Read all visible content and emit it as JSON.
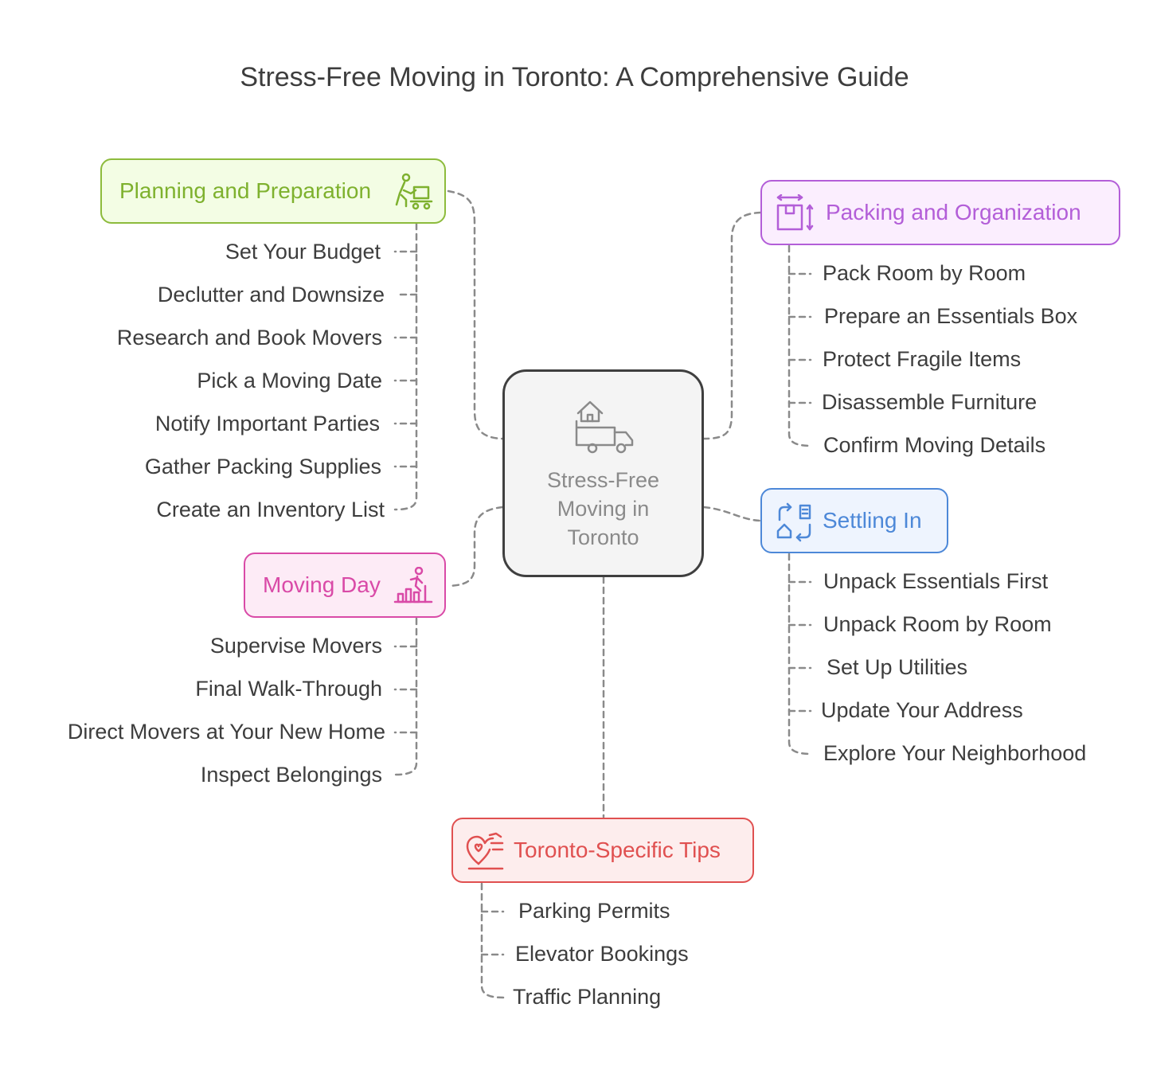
{
  "title": "Stress-Free Moving in Toronto: A Comprehensive Guide",
  "center": {
    "label": "Stress-Free Moving in Toronto",
    "icon": "moving-truck-house-icon"
  },
  "branches": {
    "planning": {
      "title": "Planning and Preparation",
      "icon": "person-with-cart-icon",
      "color": "#8dbb3c",
      "fill": "#f3fde4",
      "items": [
        "Set Your Budget",
        "Declutter and Downsize",
        "Research and Book Movers",
        "Pick a Moving Date",
        "Notify Important Parties",
        "Gather Packing Supplies",
        "Create an Inventory List"
      ]
    },
    "packing": {
      "title": "Packing and Organization",
      "icon": "box-dimensions-icon",
      "color": "#b35ed8",
      "fill": "#fbeefe",
      "items": [
        "Pack Room by Room",
        "Prepare an Essentials Box",
        "Protect Fragile Items",
        "Disassemble Furniture",
        "Confirm Moving Details"
      ]
    },
    "settling": {
      "title": "Settling In",
      "icon": "house-transfer-icon",
      "color": "#4d88d8",
      "fill": "#eef4fe",
      "items": [
        "Unpack Essentials First",
        "Unpack Room by Room",
        "Set Up Utilities",
        "Update Your Address",
        "Explore Your Neighborhood"
      ]
    },
    "moving": {
      "title": "Moving Day",
      "icon": "person-climbing-chart-icon",
      "color": "#d94aa7",
      "fill": "#fdebf6",
      "items": [
        "Supervise Movers",
        "Final Walk-Through",
        "Direct Movers at Your New Home",
        "Inspect Belongings"
      ]
    },
    "toronto": {
      "title": "Toronto-Specific Tips",
      "icon": "location-heart-icon",
      "color": "#e05050",
      "fill": "#fdeded",
      "items": [
        "Parking Permits",
        "Elevator Bookings",
        "Traffic Planning"
      ]
    }
  }
}
